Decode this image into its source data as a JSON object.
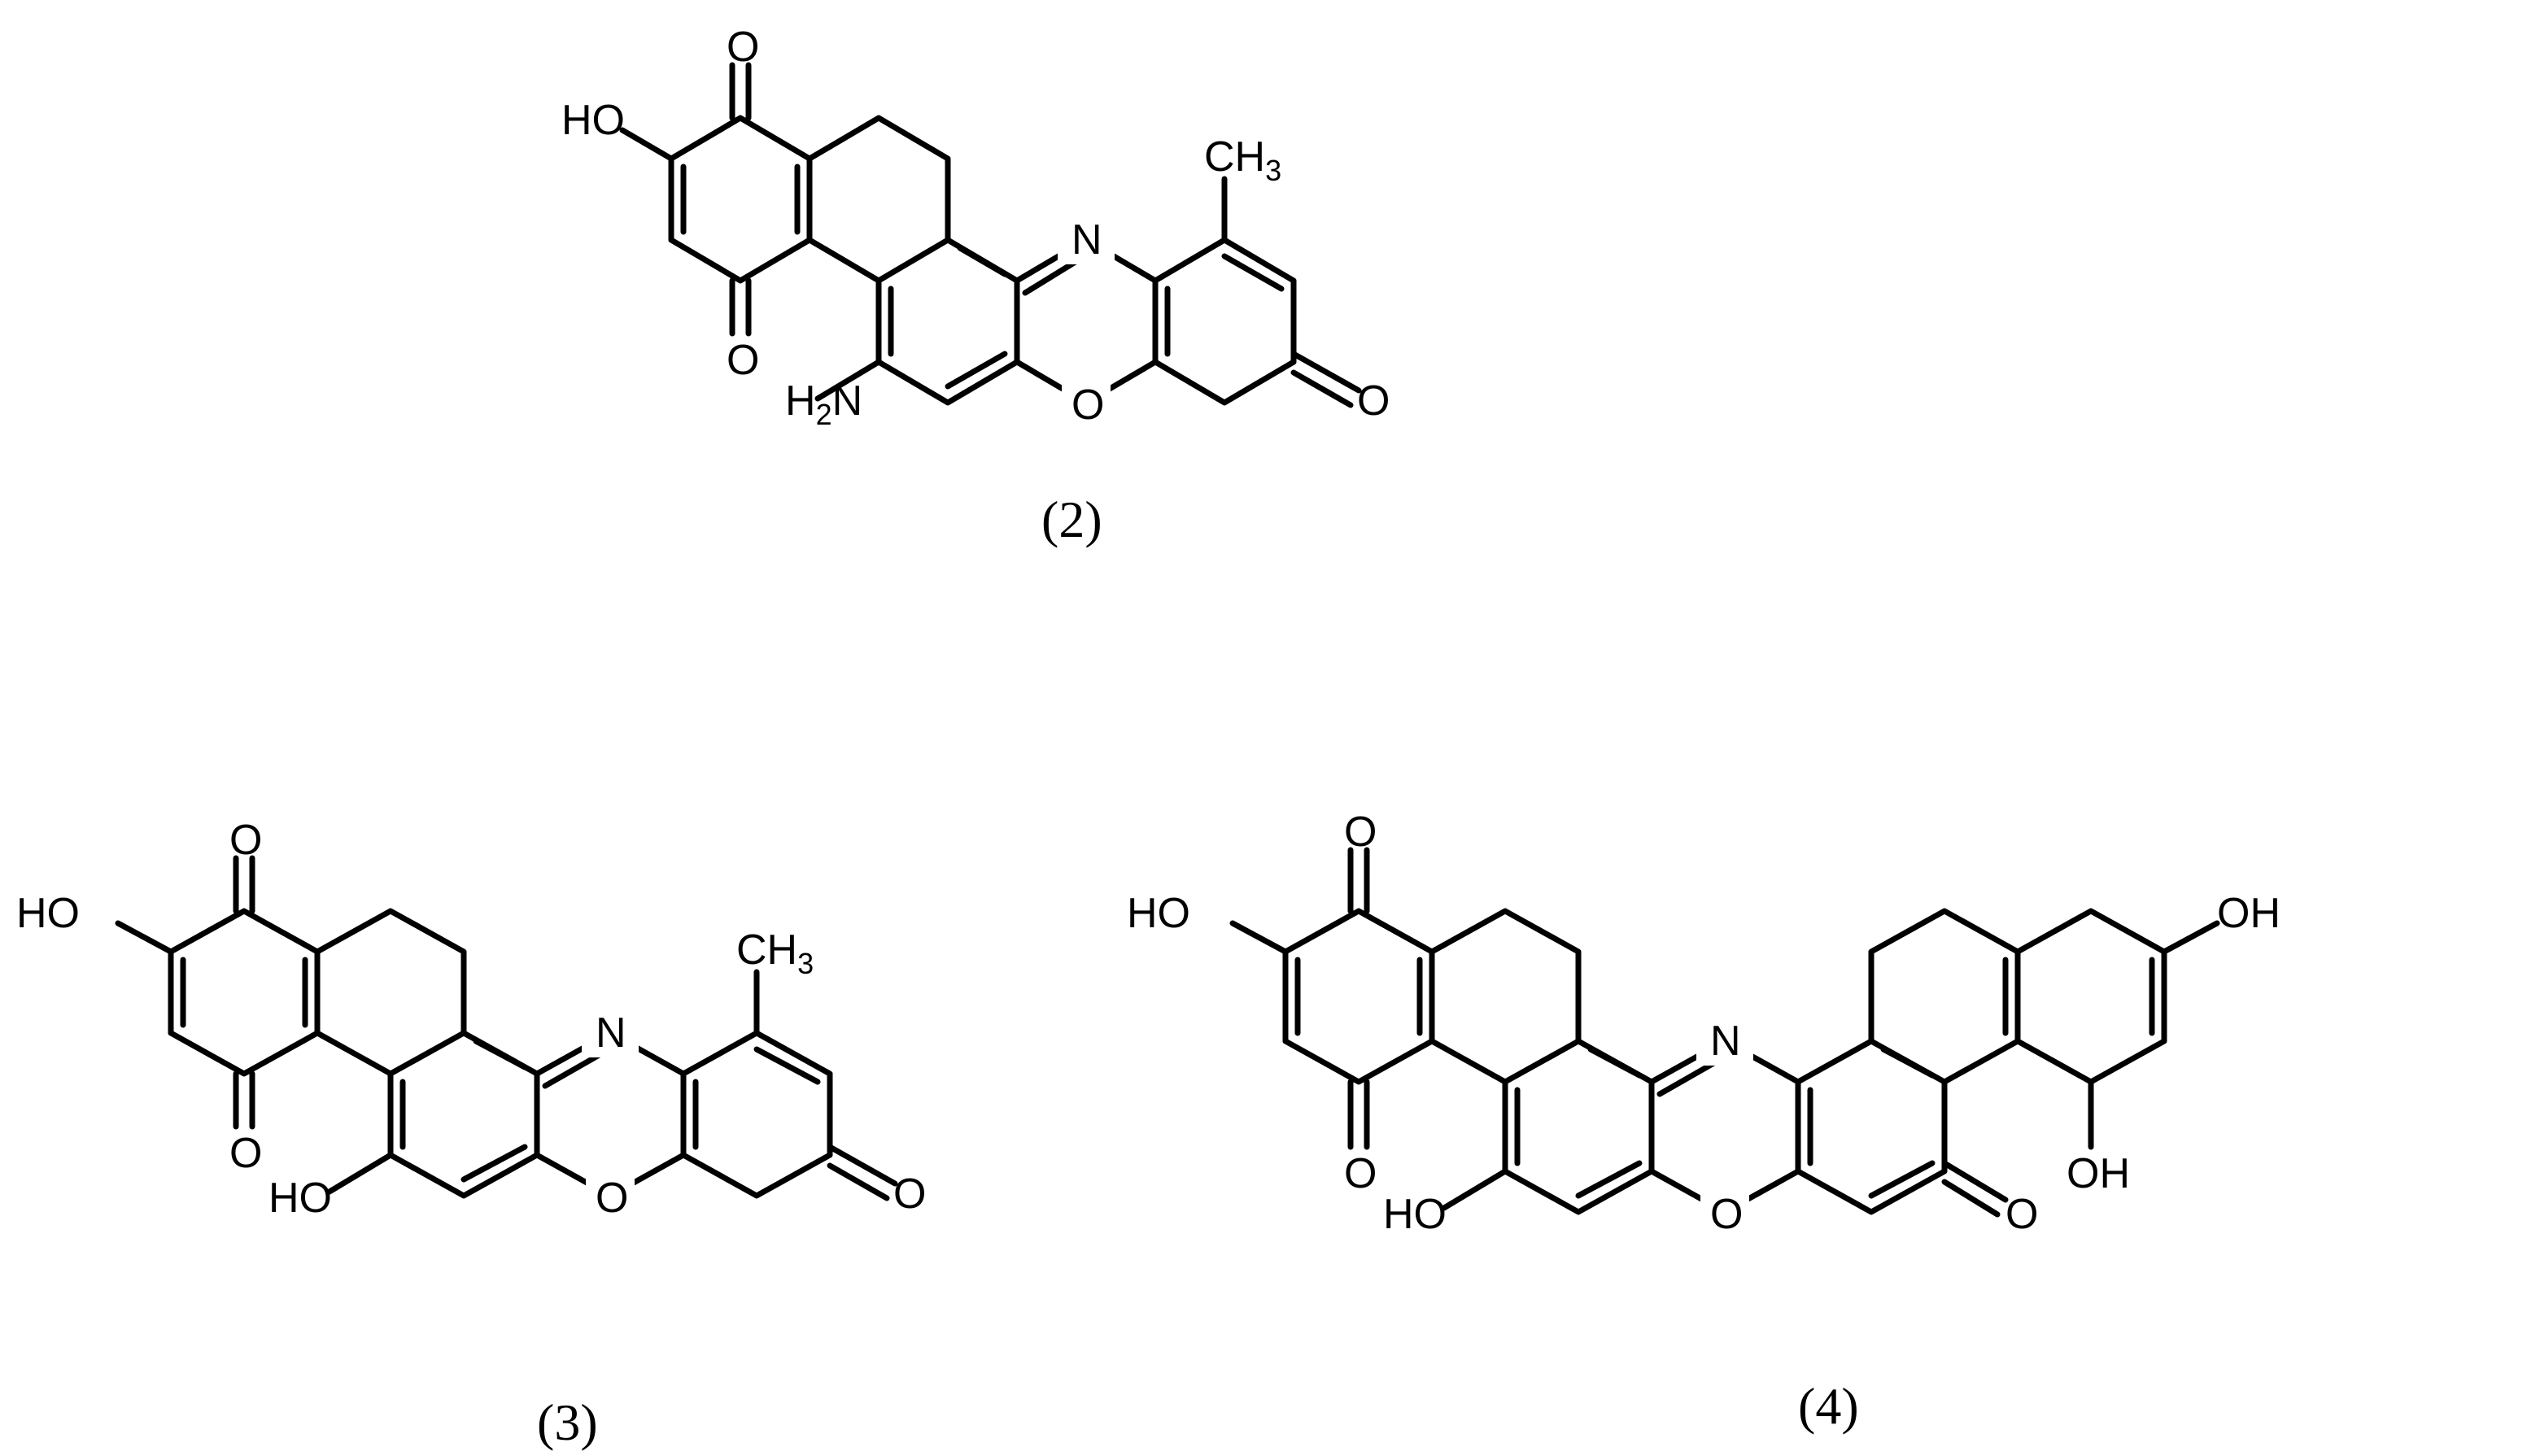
{
  "figure": {
    "molecules": [
      {
        "id": "2",
        "caption": "(2)",
        "atoms": {
          "ho": "HO",
          "o_top": "O",
          "o_bottom": "O",
          "nh2_h": "H",
          "nh2_sub": "2",
          "nh2_n": "N",
          "n_ring": "N",
          "o_ring": "O",
          "ch3_c": "CH",
          "ch3_sub": "3",
          "o_ketone": "O"
        }
      },
      {
        "id": "3",
        "caption": "(3)",
        "atoms": {
          "ho_top": "HO",
          "o_top": "O",
          "o_bottom": "O",
          "ho_bottom": "HO",
          "n_ring": "N",
          "o_ring": "O",
          "ch3_c": "CH",
          "ch3_sub": "3",
          "o_ketone": "O"
        }
      },
      {
        "id": "4",
        "caption": "(4)",
        "atoms": {
          "ho_left": "HO",
          "o_top": "O",
          "o_bottom": "O",
          "ho_bottom": "HO",
          "n_ring": "N",
          "o_ring": "O",
          "o_ketone": "O",
          "oh_right": "OH",
          "oh_bottom": "OH"
        }
      }
    ]
  }
}
